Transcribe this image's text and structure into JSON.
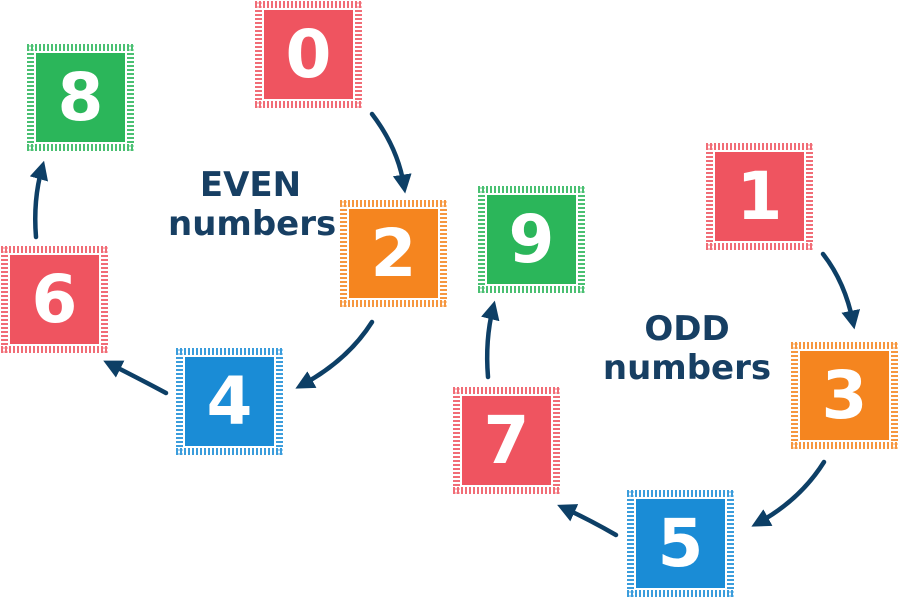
{
  "colors": {
    "red": "#ef5460",
    "green": "#2bb65a",
    "orange": "#f5851f",
    "blue": "#1a8cd6",
    "text": "#173f63",
    "arrow": "#0d3f66"
  },
  "groups": {
    "even": {
      "line1": "EVEN",
      "line2": "numbers"
    },
    "odd": {
      "line1": "ODD",
      "line2": "numbers"
    }
  },
  "tiles": [
    {
      "digit": "0",
      "color": "red"
    },
    {
      "digit": "2",
      "color": "orange"
    },
    {
      "digit": "4",
      "color": "blue"
    },
    {
      "digit": "6",
      "color": "red"
    },
    {
      "digit": "8",
      "color": "green"
    },
    {
      "digit": "1",
      "color": "red"
    },
    {
      "digit": "3",
      "color": "orange"
    },
    {
      "digit": "5",
      "color": "blue"
    },
    {
      "digit": "7",
      "color": "red"
    },
    {
      "digit": "9",
      "color": "green"
    }
  ],
  "sequences": {
    "even": [
      "0",
      "2",
      "4",
      "6",
      "8"
    ],
    "odd": [
      "1",
      "3",
      "5",
      "7",
      "9"
    ]
  }
}
